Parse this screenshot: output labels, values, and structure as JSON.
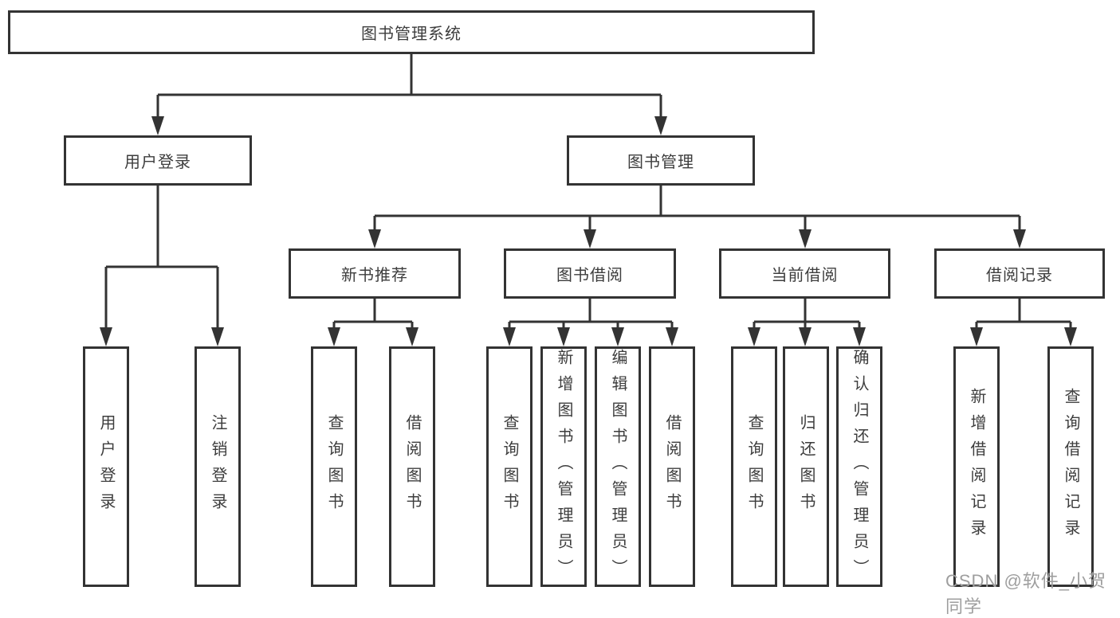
{
  "nodes": {
    "root": "图书管理系统",
    "user_login": "用户登录",
    "book_management": "图书管理",
    "new_book_rec": "新书推荐",
    "book_borrow": "图书借阅",
    "current_borrow": "当前借阅",
    "borrow_records": "借阅记录",
    "ul_login": "用户登录",
    "ul_logout": "注销登录",
    "nb_query": "查询图书",
    "nb_borrow": "借阅图书",
    "bb_query": "查询图书",
    "bb_add": "新增图书（管理员）",
    "bb_edit": "编辑图书（管理员）",
    "bb_borrow": "借阅图书",
    "cb_query": "查询图书",
    "cb_return": "归还图书",
    "cb_confirm": "确认归还（管理员）",
    "br_add": "新增借阅记录",
    "br_query": "查询借阅记录"
  },
  "watermark": "CSDN @软件_小贺同学",
  "colors": {
    "line": "#333333",
    "border": "#333333",
    "text": "#3d3d3d",
    "background": "#ffffff",
    "watermark": "#9e9e9e"
  }
}
